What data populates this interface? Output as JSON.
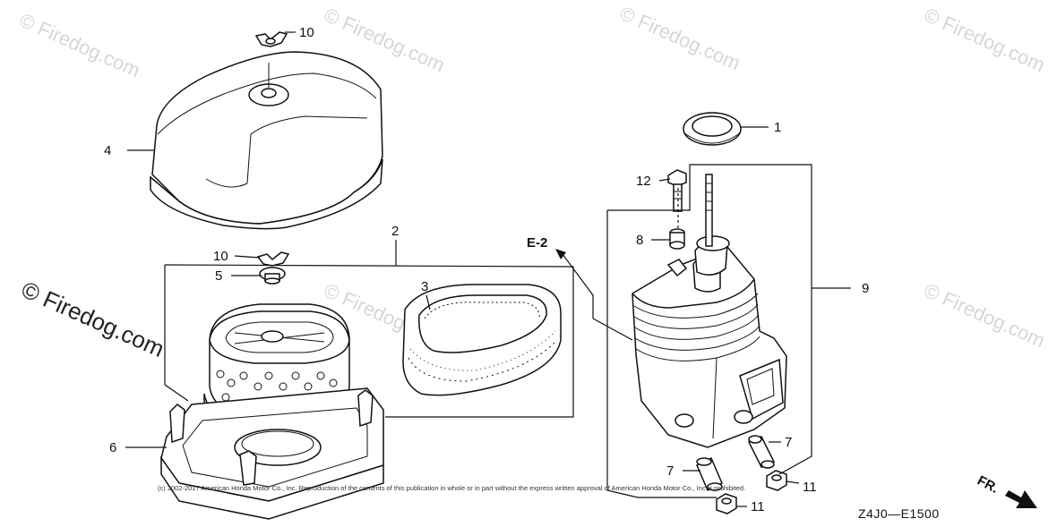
{
  "watermarks": {
    "small_text": "© Firedog.com",
    "big_text": "© Firedog.com"
  },
  "callouts": {
    "c1": "1",
    "c2": "2",
    "c3": "3",
    "c4": "4",
    "c5": "5",
    "c6": "6",
    "c7a": "7",
    "c7b": "7",
    "c8": "8",
    "c9": "9",
    "c10a": "10",
    "c10b": "10",
    "c11a": "11",
    "c11b": "11",
    "c12": "12"
  },
  "reference": {
    "label": "E-2",
    "direction": "FR."
  },
  "diagram_code": "Z4J0—E1500",
  "copyright": "(c) 2002-2017 American Honda Motor Co., Inc. Reproduction of the contents of this publication in whole or in part without the express written approval of American Honda Motor Co., Inc is prohibited."
}
